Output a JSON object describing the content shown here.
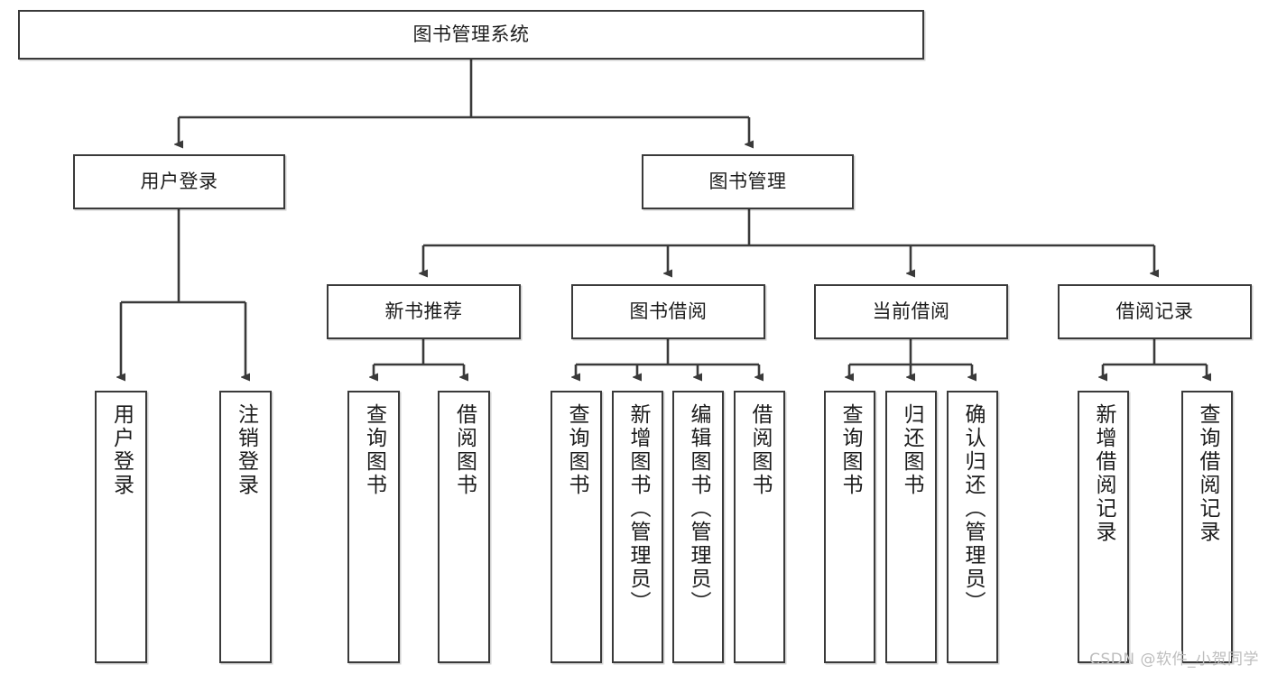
{
  "diagram": {
    "title": "图书管理系统",
    "watermark": "CSDN @软件_小贺同学",
    "line_color": "#3a3a3a",
    "box_fill": "#ffffff",
    "text_color": "#1c1c1c",
    "levels": {
      "root": {
        "label": "图书管理系统"
      },
      "level2": [
        {
          "label": "用户登录"
        },
        {
          "label": "图书管理"
        }
      ],
      "level3": [
        {
          "label": "新书推荐"
        },
        {
          "label": "图书借阅"
        },
        {
          "label": "当前借阅"
        },
        {
          "label": "借阅记录"
        }
      ],
      "leaves": [
        {
          "label": "用户登录",
          "parent": "用户登录"
        },
        {
          "label": "注销登录",
          "parent": "用户登录"
        },
        {
          "label": "查询图书",
          "parent": "新书推荐"
        },
        {
          "label": "借阅图书",
          "parent": "新书推荐"
        },
        {
          "label": "查询图书",
          "parent": "图书借阅"
        },
        {
          "label": "新增图书（管理员）",
          "parent": "图书借阅"
        },
        {
          "label": "编辑图书（管理员）",
          "parent": "图书借阅"
        },
        {
          "label": "借阅图书",
          "parent": "图书借阅"
        },
        {
          "label": "查询图书",
          "parent": "当前借阅"
        },
        {
          "label": "归还图书",
          "parent": "当前借阅"
        },
        {
          "label": "确认归还（管理员）",
          "parent": "当前借阅"
        },
        {
          "label": "新增借阅记录",
          "parent": "借阅记录"
        },
        {
          "label": "查询借阅记录",
          "parent": "借阅记录"
        }
      ]
    }
  }
}
